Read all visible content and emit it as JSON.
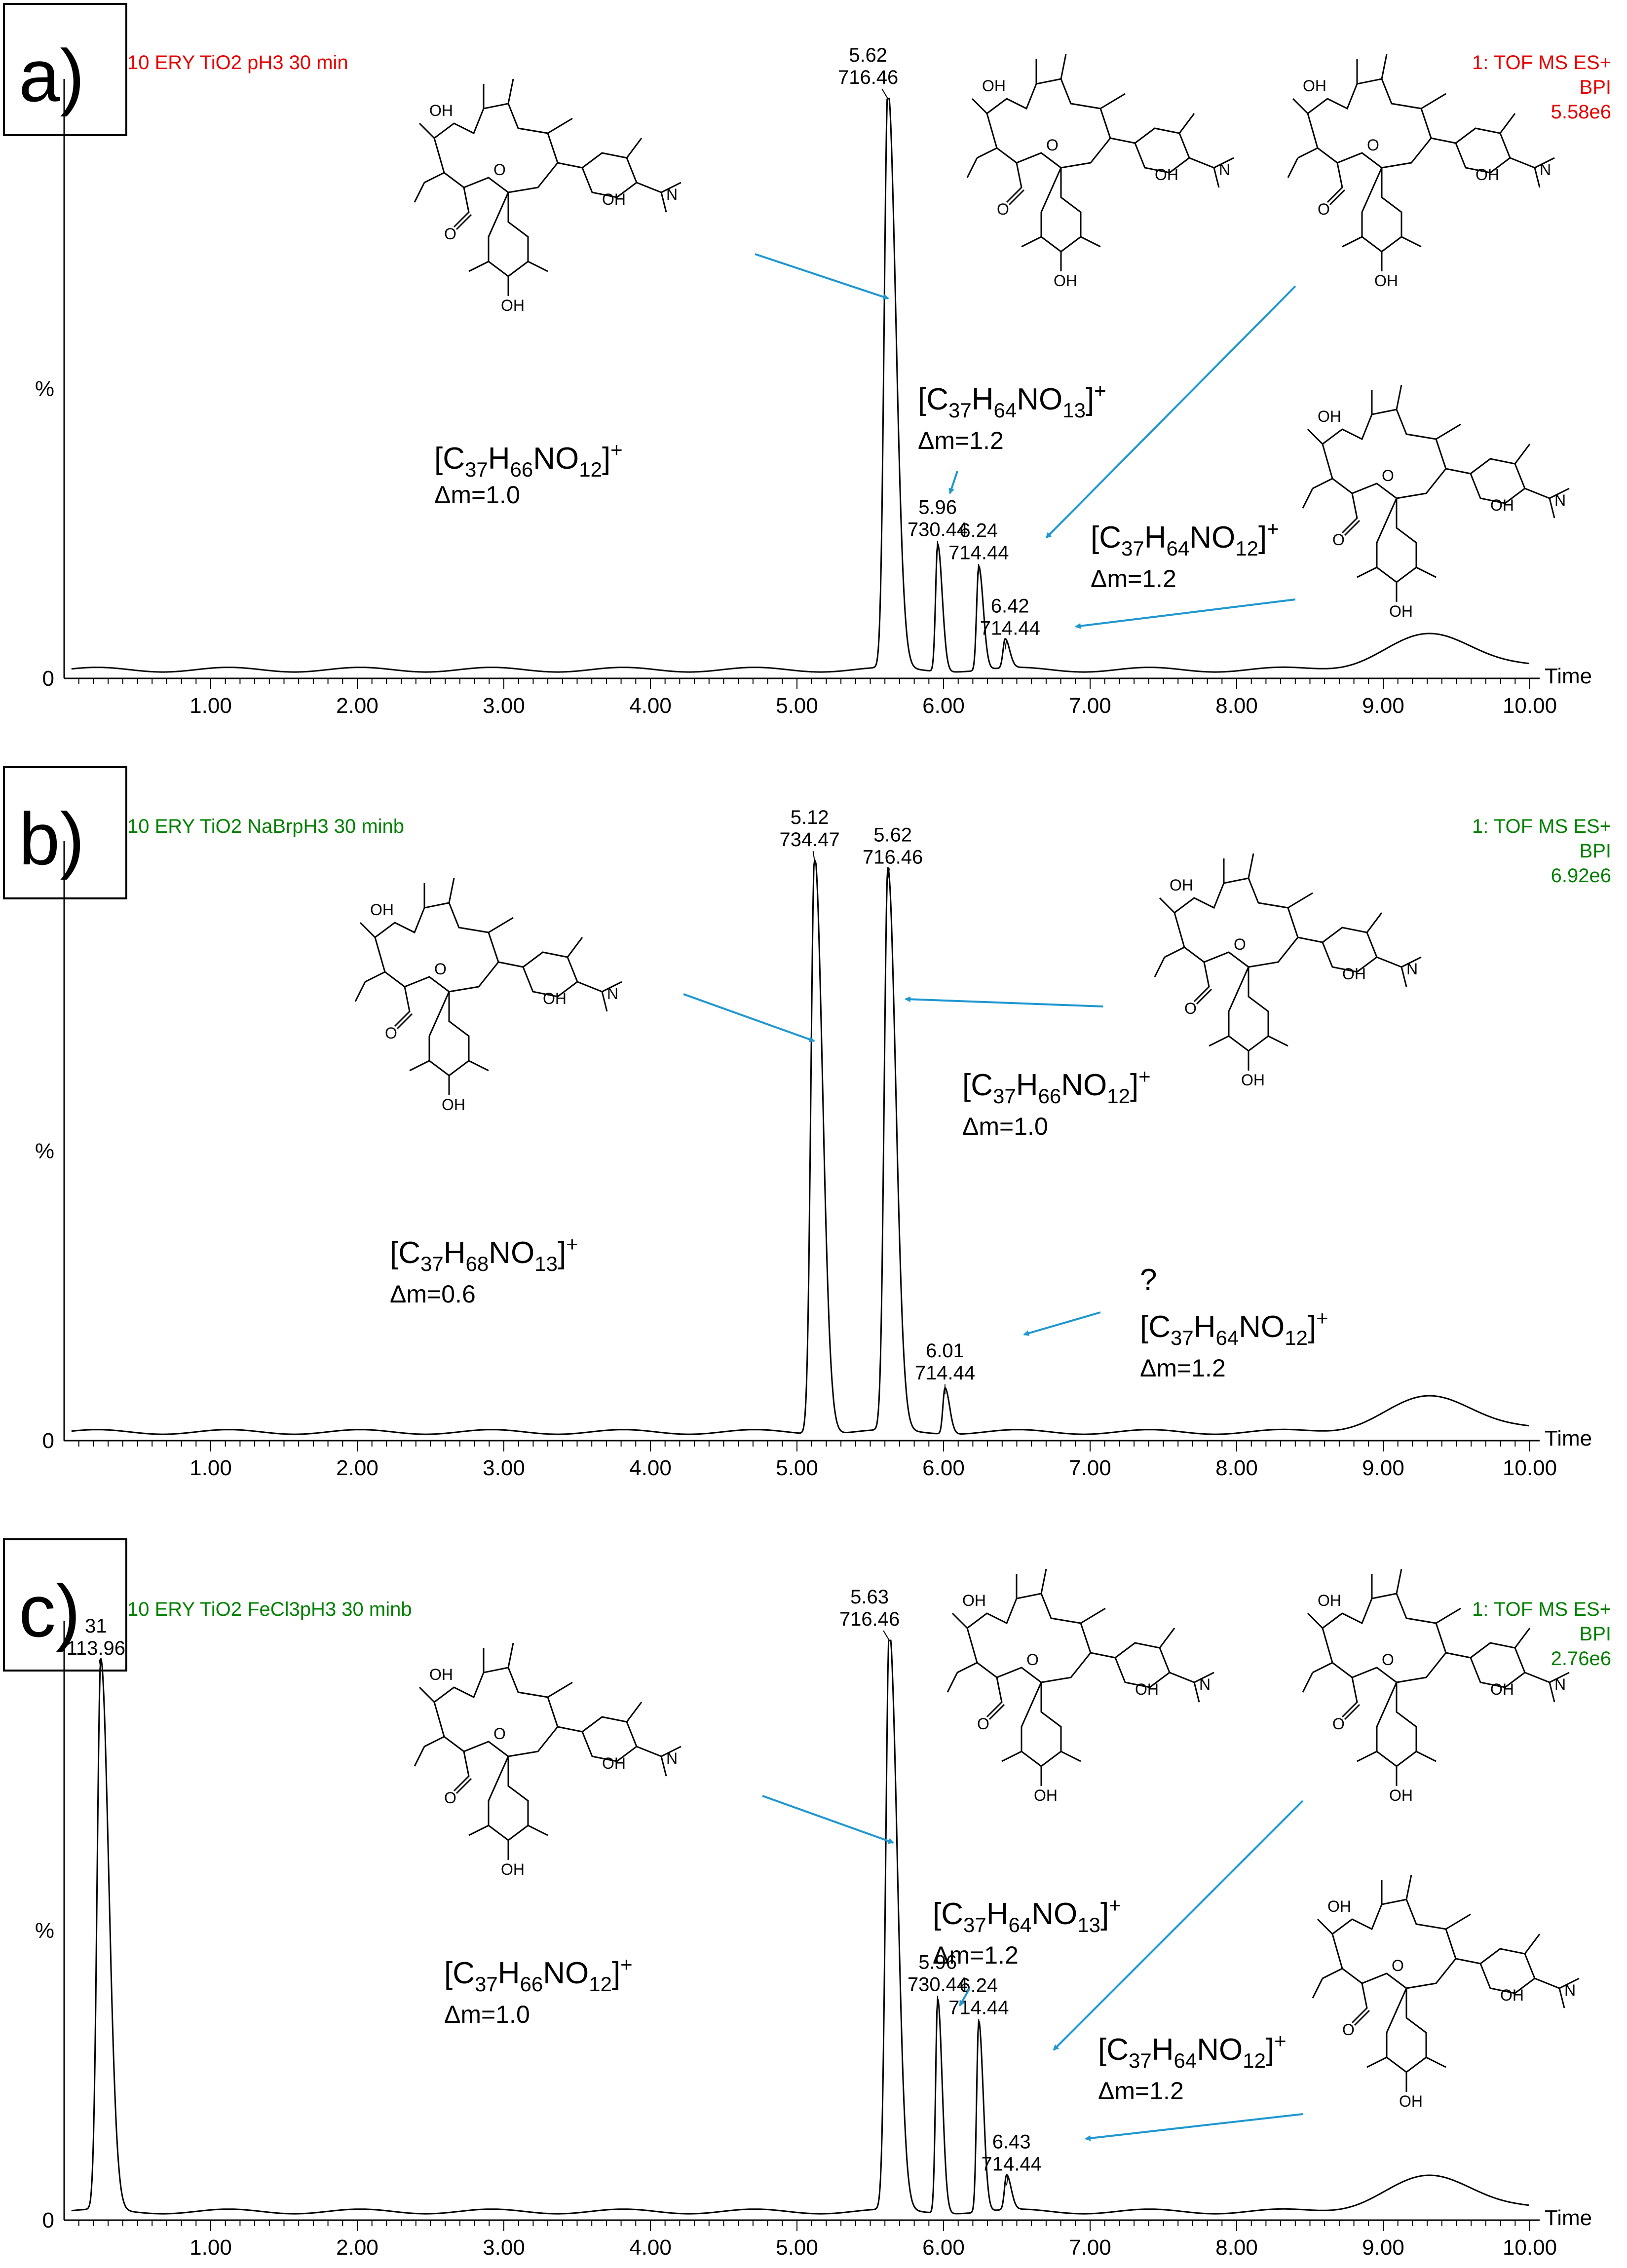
{
  "chart_data": [
    {
      "type": "line",
      "panel_label": "a)",
      "sample": "10 ERY TiO2 pH3 30 min",
      "detector": "1: TOF MS ES+",
      "mode": "BPI",
      "intensity": "5.58e6",
      "text_color": "#e60000",
      "xlabel": "Time",
      "ylabel": "%",
      "xlim": [
        0,
        10
      ],
      "ylim": [
        0,
        100
      ],
      "x_ticks": [
        "1.00",
        "2.00",
        "3.00",
        "4.00",
        "5.00",
        "6.00",
        "7.00",
        "8.00",
        "9.00",
        "10.00"
      ],
      "y_ticks": [
        "0",
        "%"
      ],
      "peaks": [
        {
          "rt": 5.62,
          "height": 100,
          "rt_label": "5.62",
          "mz_label": "716.46"
        },
        {
          "rt": 5.96,
          "height": 22,
          "rt_label": "5.96",
          "mz_label": "730.44"
        },
        {
          "rt": 6.24,
          "height": 18,
          "rt_label": "6.24",
          "mz_label": "714.44"
        },
        {
          "rt": 6.42,
          "height": 5,
          "rt_label": "6.42",
          "mz_label": "714.44"
        }
      ],
      "annotations": [
        {
          "formula": [
            "[C",
            "37",
            "H",
            "66",
            "NO",
            "12",
            "]",
            "+"
          ],
          "dm": "Δm=1.0"
        },
        {
          "formula": [
            "[C",
            "37",
            "H",
            "64",
            "NO",
            "13",
            "]",
            "+"
          ],
          "dm": "Δm=1.2"
        },
        {
          "formula": [
            "[C",
            "37",
            "H",
            "64",
            "NO",
            "12",
            "]",
            "+"
          ],
          "dm": "Δm=1.2"
        }
      ]
    },
    {
      "type": "line",
      "panel_label": "b)",
      "sample": "10 ERY TiO2 NaBrpH3 30 minb",
      "detector": "1: TOF MS ES+",
      "mode": "BPI",
      "intensity": "6.92e6",
      "text_color": "#008000",
      "xlabel": "Time",
      "ylabel": "%",
      "xlim": [
        0,
        10
      ],
      "ylim": [
        0,
        100
      ],
      "x_ticks": [
        "1.00",
        "2.00",
        "3.00",
        "4.00",
        "5.00",
        "6.00",
        "7.00",
        "8.00",
        "9.00",
        "10.00"
      ],
      "y_ticks": [
        "0",
        "%"
      ],
      "peaks": [
        {
          "rt": 5.12,
          "height": 100,
          "rt_label": "5.12",
          "mz_label": "734.47"
        },
        {
          "rt": 5.62,
          "height": 97,
          "rt_label": "5.62",
          "mz_label": "716.46"
        },
        {
          "rt": 6.01,
          "height": 8,
          "rt_label": "6.01",
          "mz_label": "714.44"
        }
      ],
      "annotations": [
        {
          "formula": [
            "[C",
            "37",
            "H",
            "68",
            "NO",
            "13",
            "]",
            "+"
          ],
          "dm": "Δm=0.6"
        },
        {
          "formula": [
            "[C",
            "37",
            "H",
            "66",
            "NO",
            "12",
            "]",
            "+"
          ],
          "dm": "Δm=1.0"
        },
        {
          "formula": [
            "[C",
            "37",
            "H",
            "64",
            "NO",
            "12",
            "]",
            "+"
          ],
          "dm": "Δm=1.2",
          "question": "?"
        }
      ]
    },
    {
      "type": "line",
      "panel_label": "c)",
      "sample": "10 ERY TiO2 FeCl3pH3 30 minb",
      "detector": "1: TOF MS ES+",
      "mode": "BPI",
      "intensity": "2.76e6",
      "text_color": "#008000",
      "xlabel": "Time",
      "ylabel": "%",
      "xlim": [
        0,
        10
      ],
      "ylim": [
        0,
        100
      ],
      "x_ticks": [
        "1.00",
        "2.00",
        "3.00",
        "4.00",
        "5.00",
        "6.00",
        "7.00",
        "8.00",
        "9.00",
        "10.00"
      ],
      "y_ticks": [
        "0",
        "%"
      ],
      "peaks": [
        {
          "rt": 0.25,
          "height": 95,
          "rt_label": "31",
          "mz_label": "113.96"
        },
        {
          "rt": 5.63,
          "height": 100,
          "rt_label": "5.63",
          "mz_label": "716.46"
        },
        {
          "rt": 5.96,
          "height": 37,
          "rt_label": "5.96",
          "mz_label": "730.44"
        },
        {
          "rt": 6.24,
          "height": 33,
          "rt_label": "6.24",
          "mz_label": "714.44"
        },
        {
          "rt": 6.43,
          "height": 6,
          "rt_label": "6.43",
          "mz_label": "714.44"
        }
      ],
      "annotations": [
        {
          "formula": [
            "[C",
            "37",
            "H",
            "66",
            "NO",
            "12",
            "]",
            "+"
          ],
          "dm": "Δm=1.0"
        },
        {
          "formula": [
            "[C",
            "37",
            "H",
            "64",
            "NO",
            "13",
            "]",
            "+"
          ],
          "dm": "Δm=1.2"
        },
        {
          "formula": [
            "[C",
            "37",
            "H",
            "64",
            "NO",
            "12",
            "]",
            "+"
          ],
          "dm": "Δm=1.2"
        }
      ]
    }
  ],
  "atom_labels": {
    "hydroxyl": "OH",
    "oxygen": "O",
    "nitrogen": "N"
  },
  "colors": {
    "arrow": "#1f97d1",
    "trace": "#000000"
  }
}
